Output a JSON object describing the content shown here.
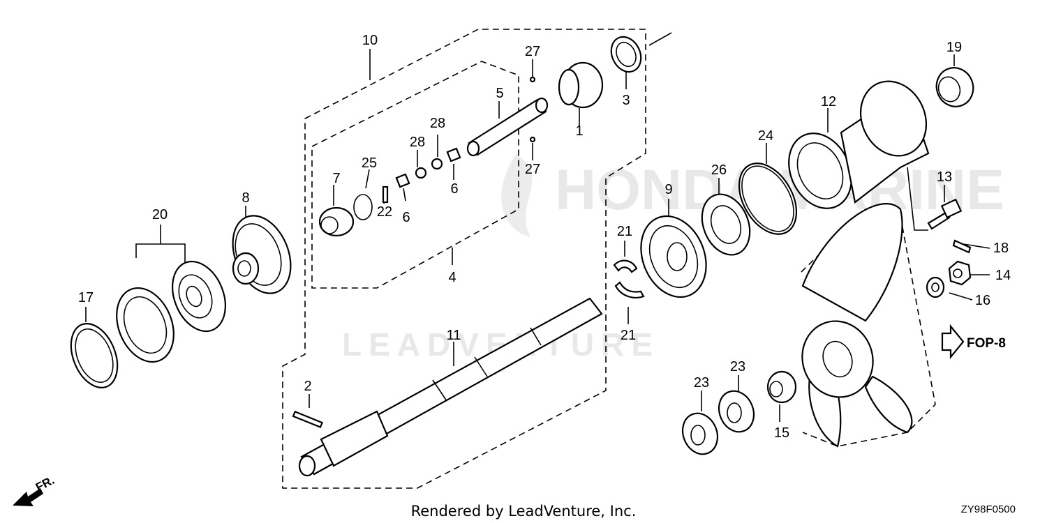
{
  "diagram": {
    "part_callouts": [
      "1",
      "2",
      "3",
      "4",
      "5",
      "6",
      "6",
      "7",
      "8",
      "9",
      "10",
      "11",
      "12",
      "13",
      "14",
      "15",
      "16",
      "17",
      "18",
      "19",
      "20",
      "21",
      "21",
      "22",
      "23",
      "23",
      "24",
      "25",
      "26",
      "27",
      "27",
      "28",
      "28"
    ],
    "reference_link": "FOP-8",
    "direction_label": "FR.",
    "diagram_code": "ZY98F0500"
  },
  "watermark": {
    "brand": "HONDA MARINE",
    "company": "LEADVENTURE"
  },
  "footer": {
    "rendered_by": "Rendered by LeadVenture, Inc."
  }
}
